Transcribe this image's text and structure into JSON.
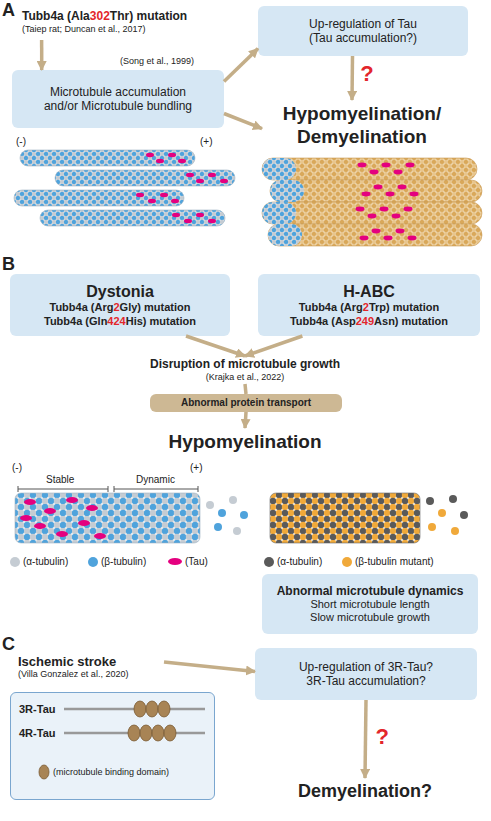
{
  "diagram": {
    "nodes": [
      {
        "text": [
          "Tubb4a (Ala302Thr) mutation",
          "(Taiep rat; Duncan et al., 2017)"
        ]
      },
      {
        "text": [
          "Microtubule accumulation and/or Microtubule bundling"
        ]
      },
      {
        "text": [
          "Up-regulation of Tau (Tau accumulation?)"
        ]
      },
      {
        "text": [
          "Hypomyelination/ Demyelination"
        ]
      },
      {
        "text": [
          "Dystonia",
          "Tubb4a (Arg2Gly) mutation",
          "Tubb4a (Gln424His) mutation"
        ]
      },
      {
        "text": [
          "H-ABC",
          "Tubb4a (Arg2Trp) mutation",
          "Tubb4a (Asp249Asn) mutation"
        ]
      },
      {
        "text": [
          "Disruption of microtubule growth",
          "(Krajka et al., 2022)"
        ]
      },
      {
        "text": [
          "Abnormal protein transport"
        ]
      },
      {
        "text": [
          "Hypomyelination"
        ]
      },
      {
        "text": [
          "Abnormal microtubule dynamics",
          "Short microtubule length",
          "Slow microtubule growth"
        ]
      },
      {
        "text": [
          "Ischemic stroke",
          "(Villa Gonzalez et al., 2020)"
        ]
      },
      {
        "text": [
          "3R-Tau",
          "4R-Tau",
          "(microtubule binding domain)"
        ]
      },
      {
        "text": [
          "Up-regulation of 3R-Tau? 3R-Tau accumulation?"
        ]
      },
      {
        "text": [
          "Demyelination?"
        ]
      }
    ],
    "edges": [
      {
        "from": 0,
        "to": 1,
        "arrow": "to"
      },
      {
        "from": 1,
        "to": 2,
        "arrow": "to"
      },
      {
        "from": 1,
        "to": 3,
        "arrow": "to"
      },
      {
        "from": 2,
        "to": 3,
        "arrow": "to",
        "label": "?"
      },
      {
        "from": 4,
        "to": 6,
        "arrow": "to"
      },
      {
        "from": 5,
        "to": 6,
        "arrow": "to"
      },
      {
        "from": 6,
        "to": 7,
        "arrow": "none"
      },
      {
        "from": 7,
        "to": 8,
        "arrow": "to"
      },
      {
        "from": 10,
        "to": 12,
        "arrow": "to"
      },
      {
        "from": 12,
        "to": 13,
        "arrow": "to",
        "label": "?"
      }
    ],
    "labels": [
      "A",
      "(Song et al., 1999)",
      "(-)",
      "(+)",
      "B",
      "(-)",
      "Stable",
      "Dynamic",
      "(+)",
      "C"
    ],
    "legend": [
      {
        "text": "(α-tubulin)",
        "color": "#c5ccd3"
      },
      {
        "text": "(β-tubulin)",
        "color": "#4fa3dc"
      },
      {
        "text": "(Tau)",
        "color": "#e4007f"
      },
      {
        "text": "(α-tubulin)",
        "color": "#5a5a5a"
      },
      {
        "text": "(β-tubulin mutant)",
        "color": "#f0a93a"
      }
    ]
  }
}
